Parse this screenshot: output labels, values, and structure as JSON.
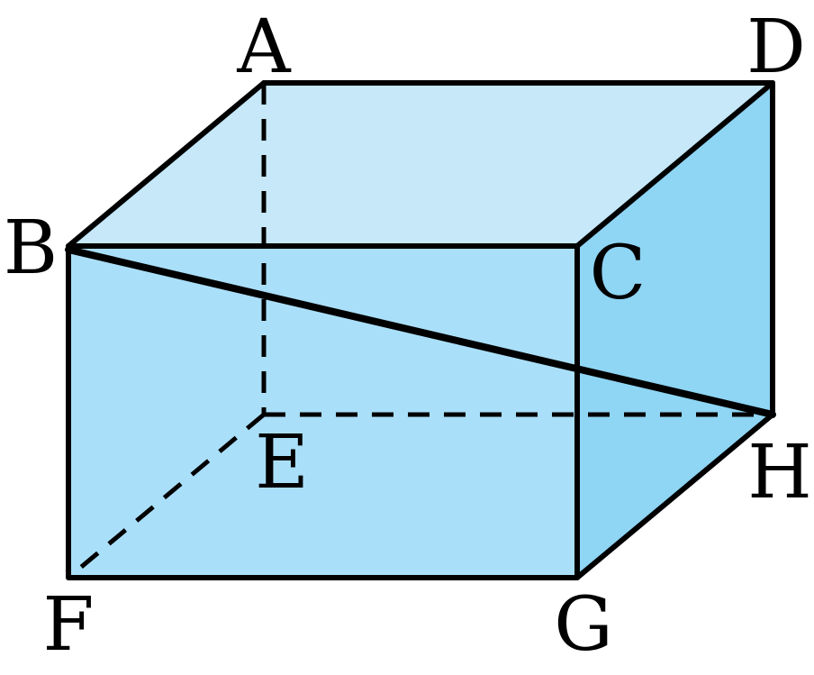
{
  "colors": {
    "top_face": "#c6e8f9",
    "front_face": "#aadff9",
    "right_face": "#8fd5f4",
    "edge": "#000000"
  },
  "vertices": {
    "A": "A",
    "B": "B",
    "C": "C",
    "D": "D",
    "E": "E",
    "F": "F",
    "G": "G",
    "H": "H"
  }
}
